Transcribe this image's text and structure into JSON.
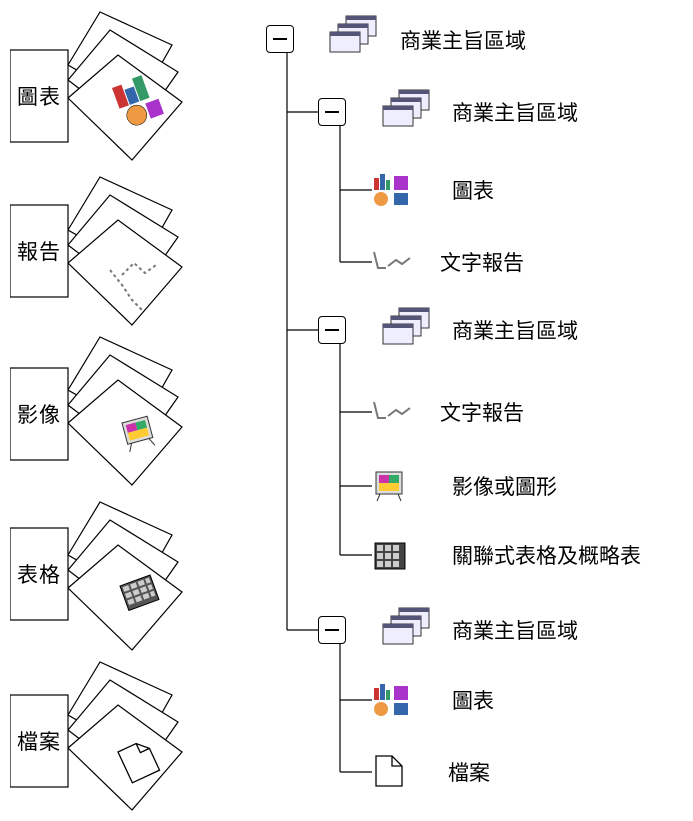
{
  "categories": [
    {
      "id": "charts",
      "label": "圖表",
      "icon": "chart-icon"
    },
    {
      "id": "reports",
      "label": "報告",
      "icon": "report-icon"
    },
    {
      "id": "images",
      "label": "影像",
      "icon": "image-icon"
    },
    {
      "id": "tables",
      "label": "表格",
      "icon": "table-icon"
    },
    {
      "id": "files",
      "label": "檔案",
      "icon": "file-icon"
    }
  ],
  "tree": {
    "root": {
      "label": "商業主旨區域",
      "icon": "subject-area-icon"
    },
    "groups": [
      {
        "label": "商業主旨區域",
        "icon": "subject-area-icon",
        "children": [
          {
            "label": "圖表",
            "icon": "chart-icon"
          },
          {
            "label": "文字報告",
            "icon": "report-icon"
          }
        ]
      },
      {
        "label": "商業主旨區域",
        "icon": "subject-area-icon",
        "children": [
          {
            "label": "文字報告",
            "icon": "report-icon"
          },
          {
            "label": "影像或圖形",
            "icon": "image-icon"
          },
          {
            "label": "關聯式表格及概略表",
            "icon": "table-icon"
          }
        ]
      },
      {
        "label": "商業主旨區域",
        "icon": "subject-area-icon",
        "children": [
          {
            "label": "圖表",
            "icon": "chart-icon"
          },
          {
            "label": "檔案",
            "icon": "file-icon"
          }
        ]
      }
    ]
  }
}
